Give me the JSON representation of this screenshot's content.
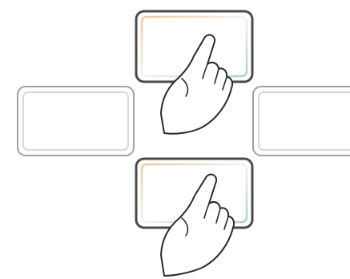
{
  "diagram": {
    "panels": [
      {
        "id": "top",
        "state": "pressed",
        "touched": true
      },
      {
        "id": "left",
        "state": "idle",
        "touched": false
      },
      {
        "id": "right",
        "state": "idle",
        "touched": false
      },
      {
        "id": "bottom",
        "state": "pressed",
        "touched": true
      }
    ],
    "colors": {
      "pressed_border": "#4a4a4a",
      "idle_border": "#9a9a9a",
      "glow_warm": "#e9c9a0",
      "glow_cool": "#a8d0c8",
      "hand_stroke": "#2a2a2a",
      "background": "#ffffff"
    },
    "icons": [
      "pointing-hand-icon",
      "pointing-hand-icon"
    ]
  }
}
